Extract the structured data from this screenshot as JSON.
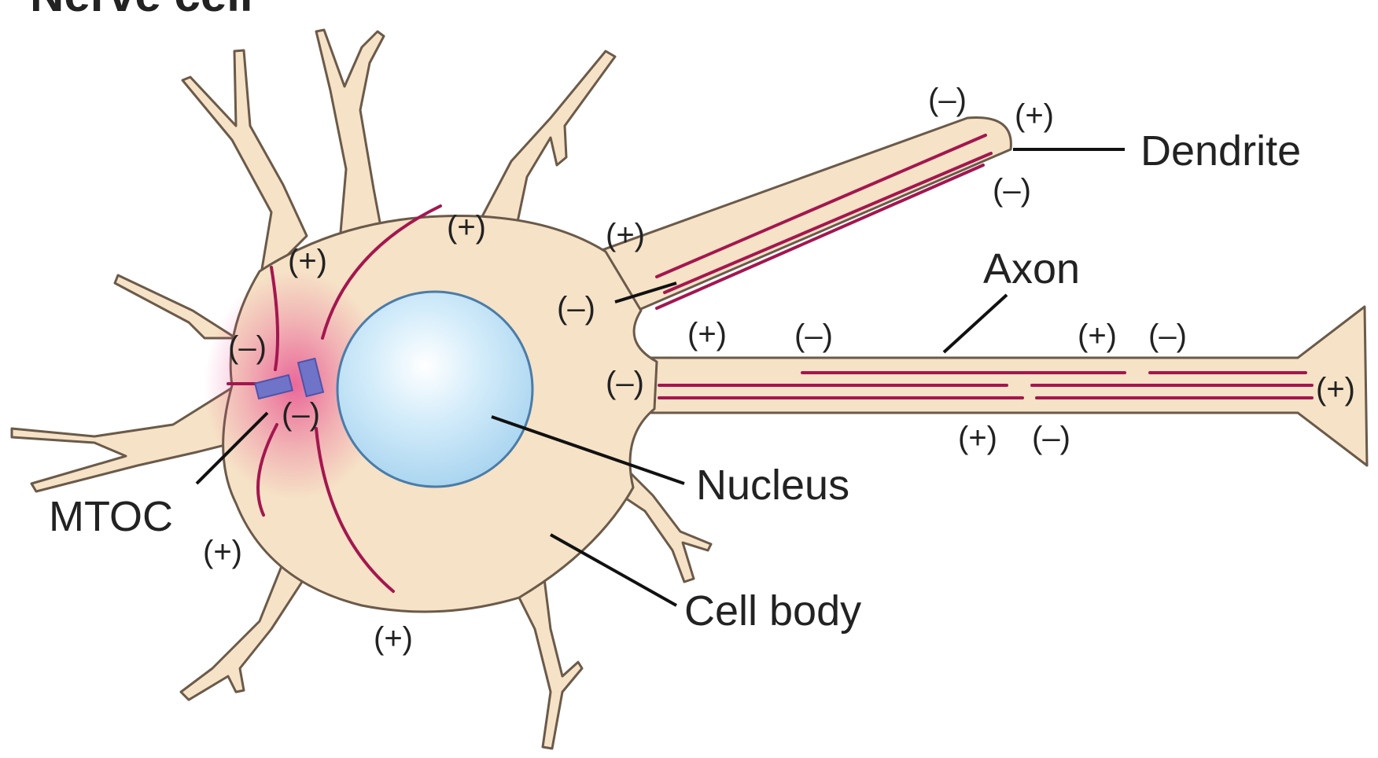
{
  "title": "Nerve cell",
  "labels": {
    "dendrite": "Dendrite",
    "axon": "Axon",
    "nucleus": "Nucleus",
    "cell_body": "Cell body",
    "mtoc": "MTOC"
  },
  "polarity": {
    "plus": "(+)",
    "minus": "(–)"
  },
  "colors": {
    "cytoplasm": "#f6e2c6",
    "membrane": "#6b5a4a",
    "microtubule": "#a3174f",
    "nucleus_fill": "#bfe3f7",
    "nucleus_stroke": "#4a7ca8",
    "mtoc": "#6f74c9",
    "mtoc_haze": "#e6408a"
  }
}
